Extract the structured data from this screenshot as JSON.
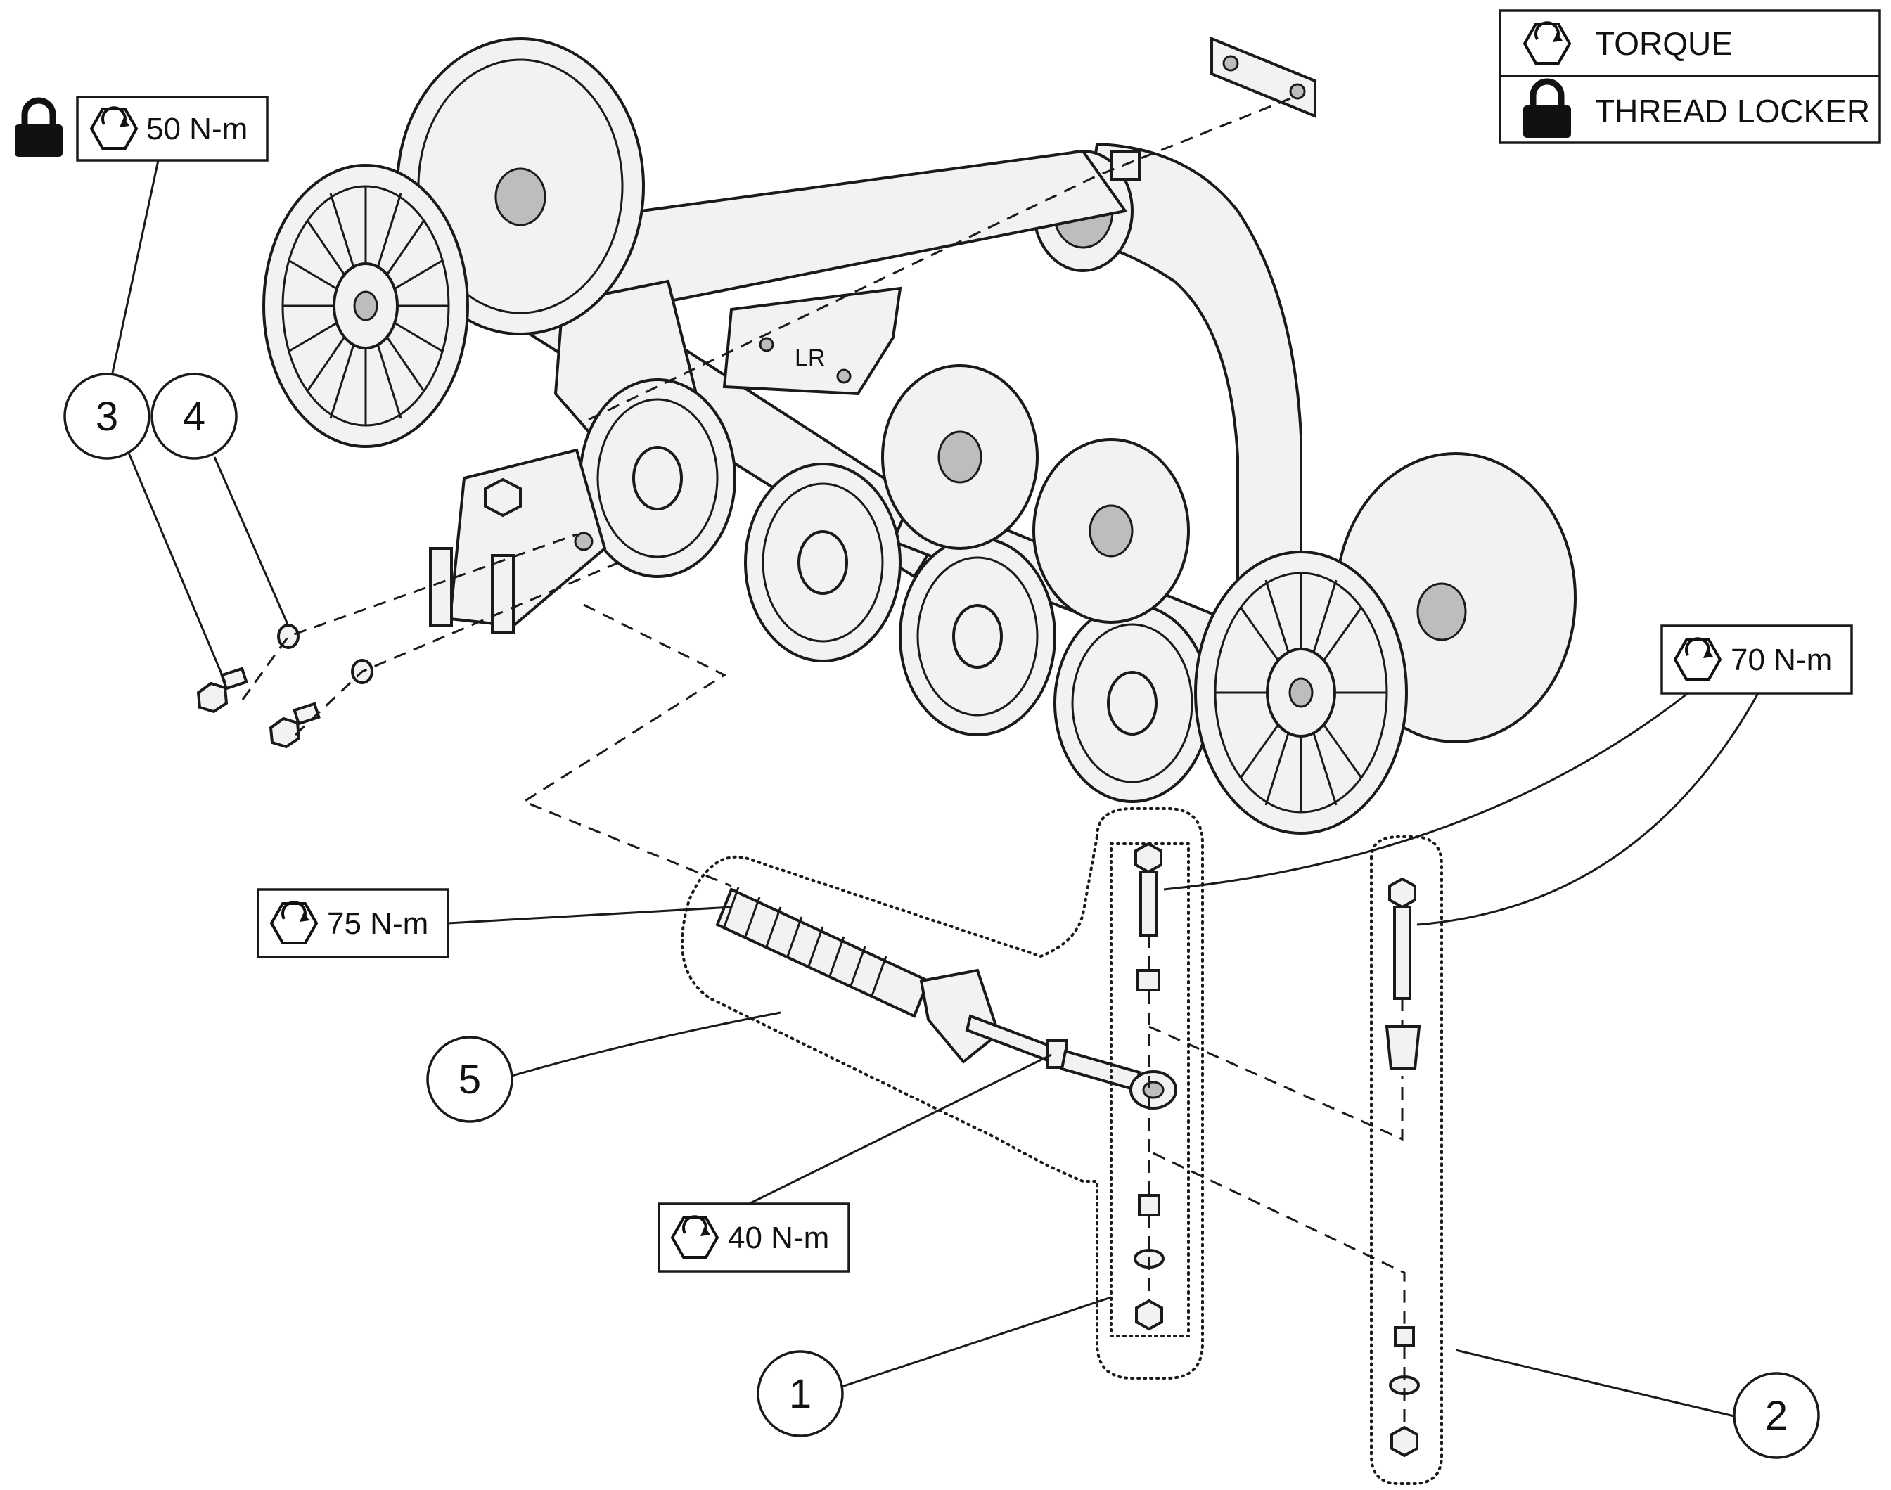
{
  "legend": {
    "torque_label": "TORQUE",
    "thread_locker_label": "THREAD LOCKER",
    "torque_icon": "torque-hex-icon",
    "thread_locker_icon": "padlock-icon"
  },
  "callouts": [
    "1",
    "2",
    "3",
    "4",
    "5"
  ],
  "torque_values": {
    "bolt_3": "50 N-m",
    "spring_5": "75 N-m",
    "rod_end": "40 N-m",
    "bolts_1_2": "70 N-m"
  },
  "frame_marking": "LR",
  "colors": {
    "line": "#1a1a1a",
    "background": "#ffffff",
    "part_fill": "#f2f2f2"
  }
}
